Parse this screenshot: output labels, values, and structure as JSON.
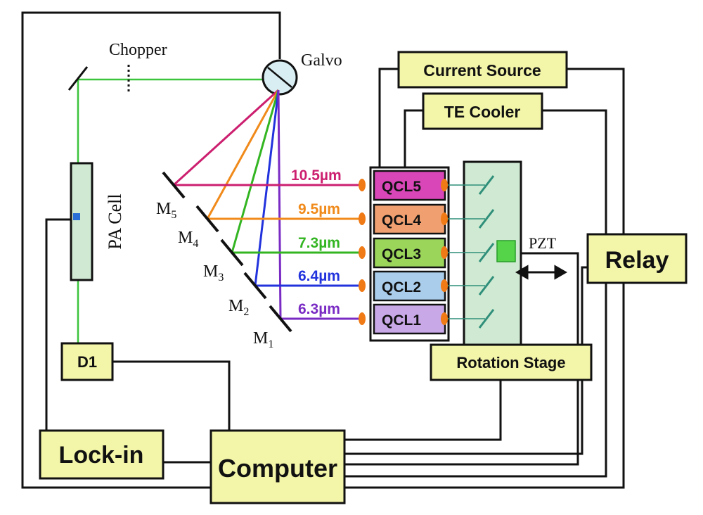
{
  "labels": {
    "chopper": "Chopper",
    "galvo": "Galvo",
    "pa_cell": "PA Cell",
    "pzt": "PZT",
    "d1": "D1",
    "lock_in": "Lock-in",
    "computer": "Computer",
    "relay": "Relay",
    "current_source": "Current Source",
    "te_cooler": "TE Cooler",
    "rotation_stage": "Rotation Stage"
  },
  "mirrors": [
    {
      "letter": "M",
      "sub": "5"
    },
    {
      "letter": "M",
      "sub": "4"
    },
    {
      "letter": "M",
      "sub": "3"
    },
    {
      "letter": "M",
      "sub": "2"
    },
    {
      "letter": "M",
      "sub": "1"
    }
  ],
  "lasers": [
    {
      "name": "QCL5",
      "wavelength": "10.5µm",
      "color": "#cc1f6f",
      "fill": "#d946b8"
    },
    {
      "name": "QCL4",
      "wavelength": "9.5µm",
      "color": "#f08a1a",
      "fill": "#f0a070"
    },
    {
      "name": "QCL3",
      "wavelength": "7.3µm",
      "color": "#33b522",
      "fill": "#9bd65a"
    },
    {
      "name": "QCL2",
      "wavelength": "6.4µm",
      "color": "#2233dd",
      "fill": "#a9cdeb"
    },
    {
      "name": "QCL1",
      "wavelength": "6.3µm",
      "color": "#7a2bc4",
      "fill": "#c9a8e8"
    }
  ],
  "colors": {
    "box_fill": "#f3f5a8",
    "component_fill": "#cfe9d2",
    "green_beam": "#3cc43c",
    "wire": "#111111"
  }
}
